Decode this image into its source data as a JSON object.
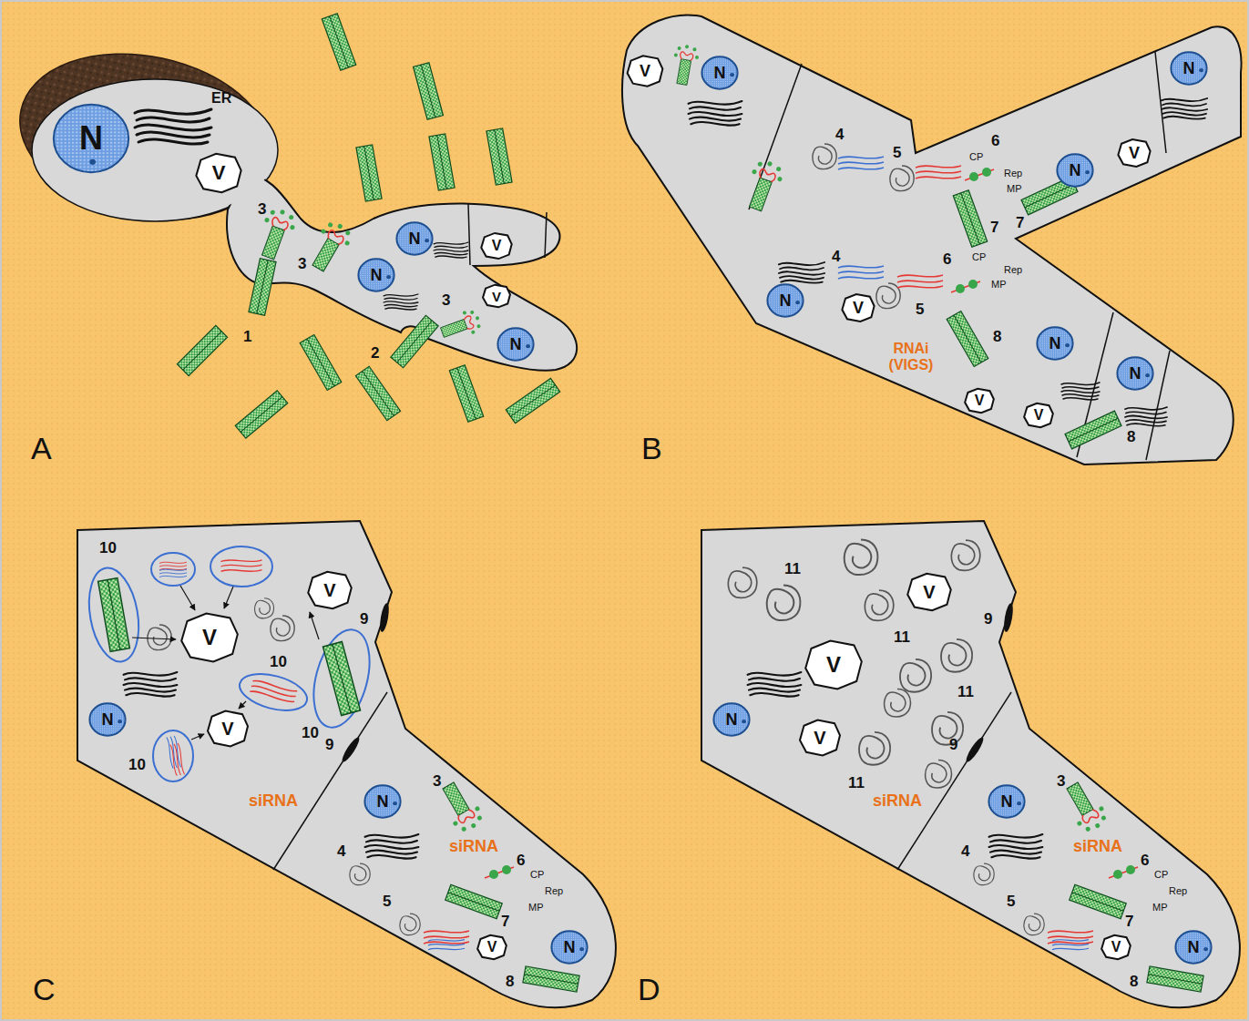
{
  "diagram": {
    "nodes": [
      {
        "text": [
          "N"
        ]
      },
      {
        "text": [
          "V"
        ]
      },
      {
        "text": [
          "N"
        ]
      },
      {
        "text": [
          "V"
        ]
      },
      {
        "text": [
          "N"
        ]
      },
      {
        "text": [
          "V"
        ]
      },
      {
        "text": [
          "N"
        ]
      },
      {
        "text": [
          "V"
        ]
      },
      {
        "text": [
          "N"
        ]
      },
      {
        "text": [
          "N"
        ]
      },
      {
        "text": [
          "N"
        ]
      },
      {
        "text": [
          "V"
        ]
      },
      {
        "text": [
          "N"
        ]
      },
      {
        "text": [
          "V"
        ]
      },
      {
        "text": [
          "N"
        ]
      },
      {
        "text": [
          "V"
        ]
      },
      {
        "text": [
          "V"
        ]
      },
      {
        "text": [
          "N"
        ]
      },
      {
        "text": [
          "N"
        ]
      },
      {
        "text": [
          "V"
        ]
      },
      {
        "text": [
          "V"
        ]
      },
      {
        "text": [
          "V"
        ]
      },
      {
        "text": [
          "N"
        ]
      },
      {
        "text": [
          "V"
        ]
      },
      {
        "text": [
          "N"
        ]
      },
      {
        "text": [
          "N"
        ]
      },
      {
        "text": [
          "V"
        ]
      },
      {
        "text": [
          "V"
        ]
      },
      {
        "text": [
          "V"
        ]
      },
      {
        "text": [
          "N"
        ]
      },
      {
        "text": [
          "V"
        ]
      },
      {
        "text": [
          "N"
        ]
      }
    ],
    "labels": [
      "A",
      "ER",
      "3",
      "3",
      "1",
      "2",
      "3",
      "B",
      "4",
      "5",
      "6",
      "CP",
      "Rep",
      "MP",
      "6",
      "CP",
      "Rep",
      "MP",
      "4",
      "5",
      "7",
      "7",
      "RNAi (VIGS)",
      "8",
      "8",
      "C",
      "10",
      "10",
      "10",
      "10",
      "9",
      "9",
      "siRNA",
      "3",
      "siRNA",
      "4",
      "5",
      "6",
      "CP",
      "Rep",
      "MP",
      "7",
      "8",
      "D",
      "11",
      "11",
      "11",
      "11",
      "9",
      "9",
      "siRNA",
      "3",
      "siRNA",
      "4",
      "5",
      "6",
      "CP",
      "Rep",
      "MP",
      "7",
      "8"
    ]
  }
}
